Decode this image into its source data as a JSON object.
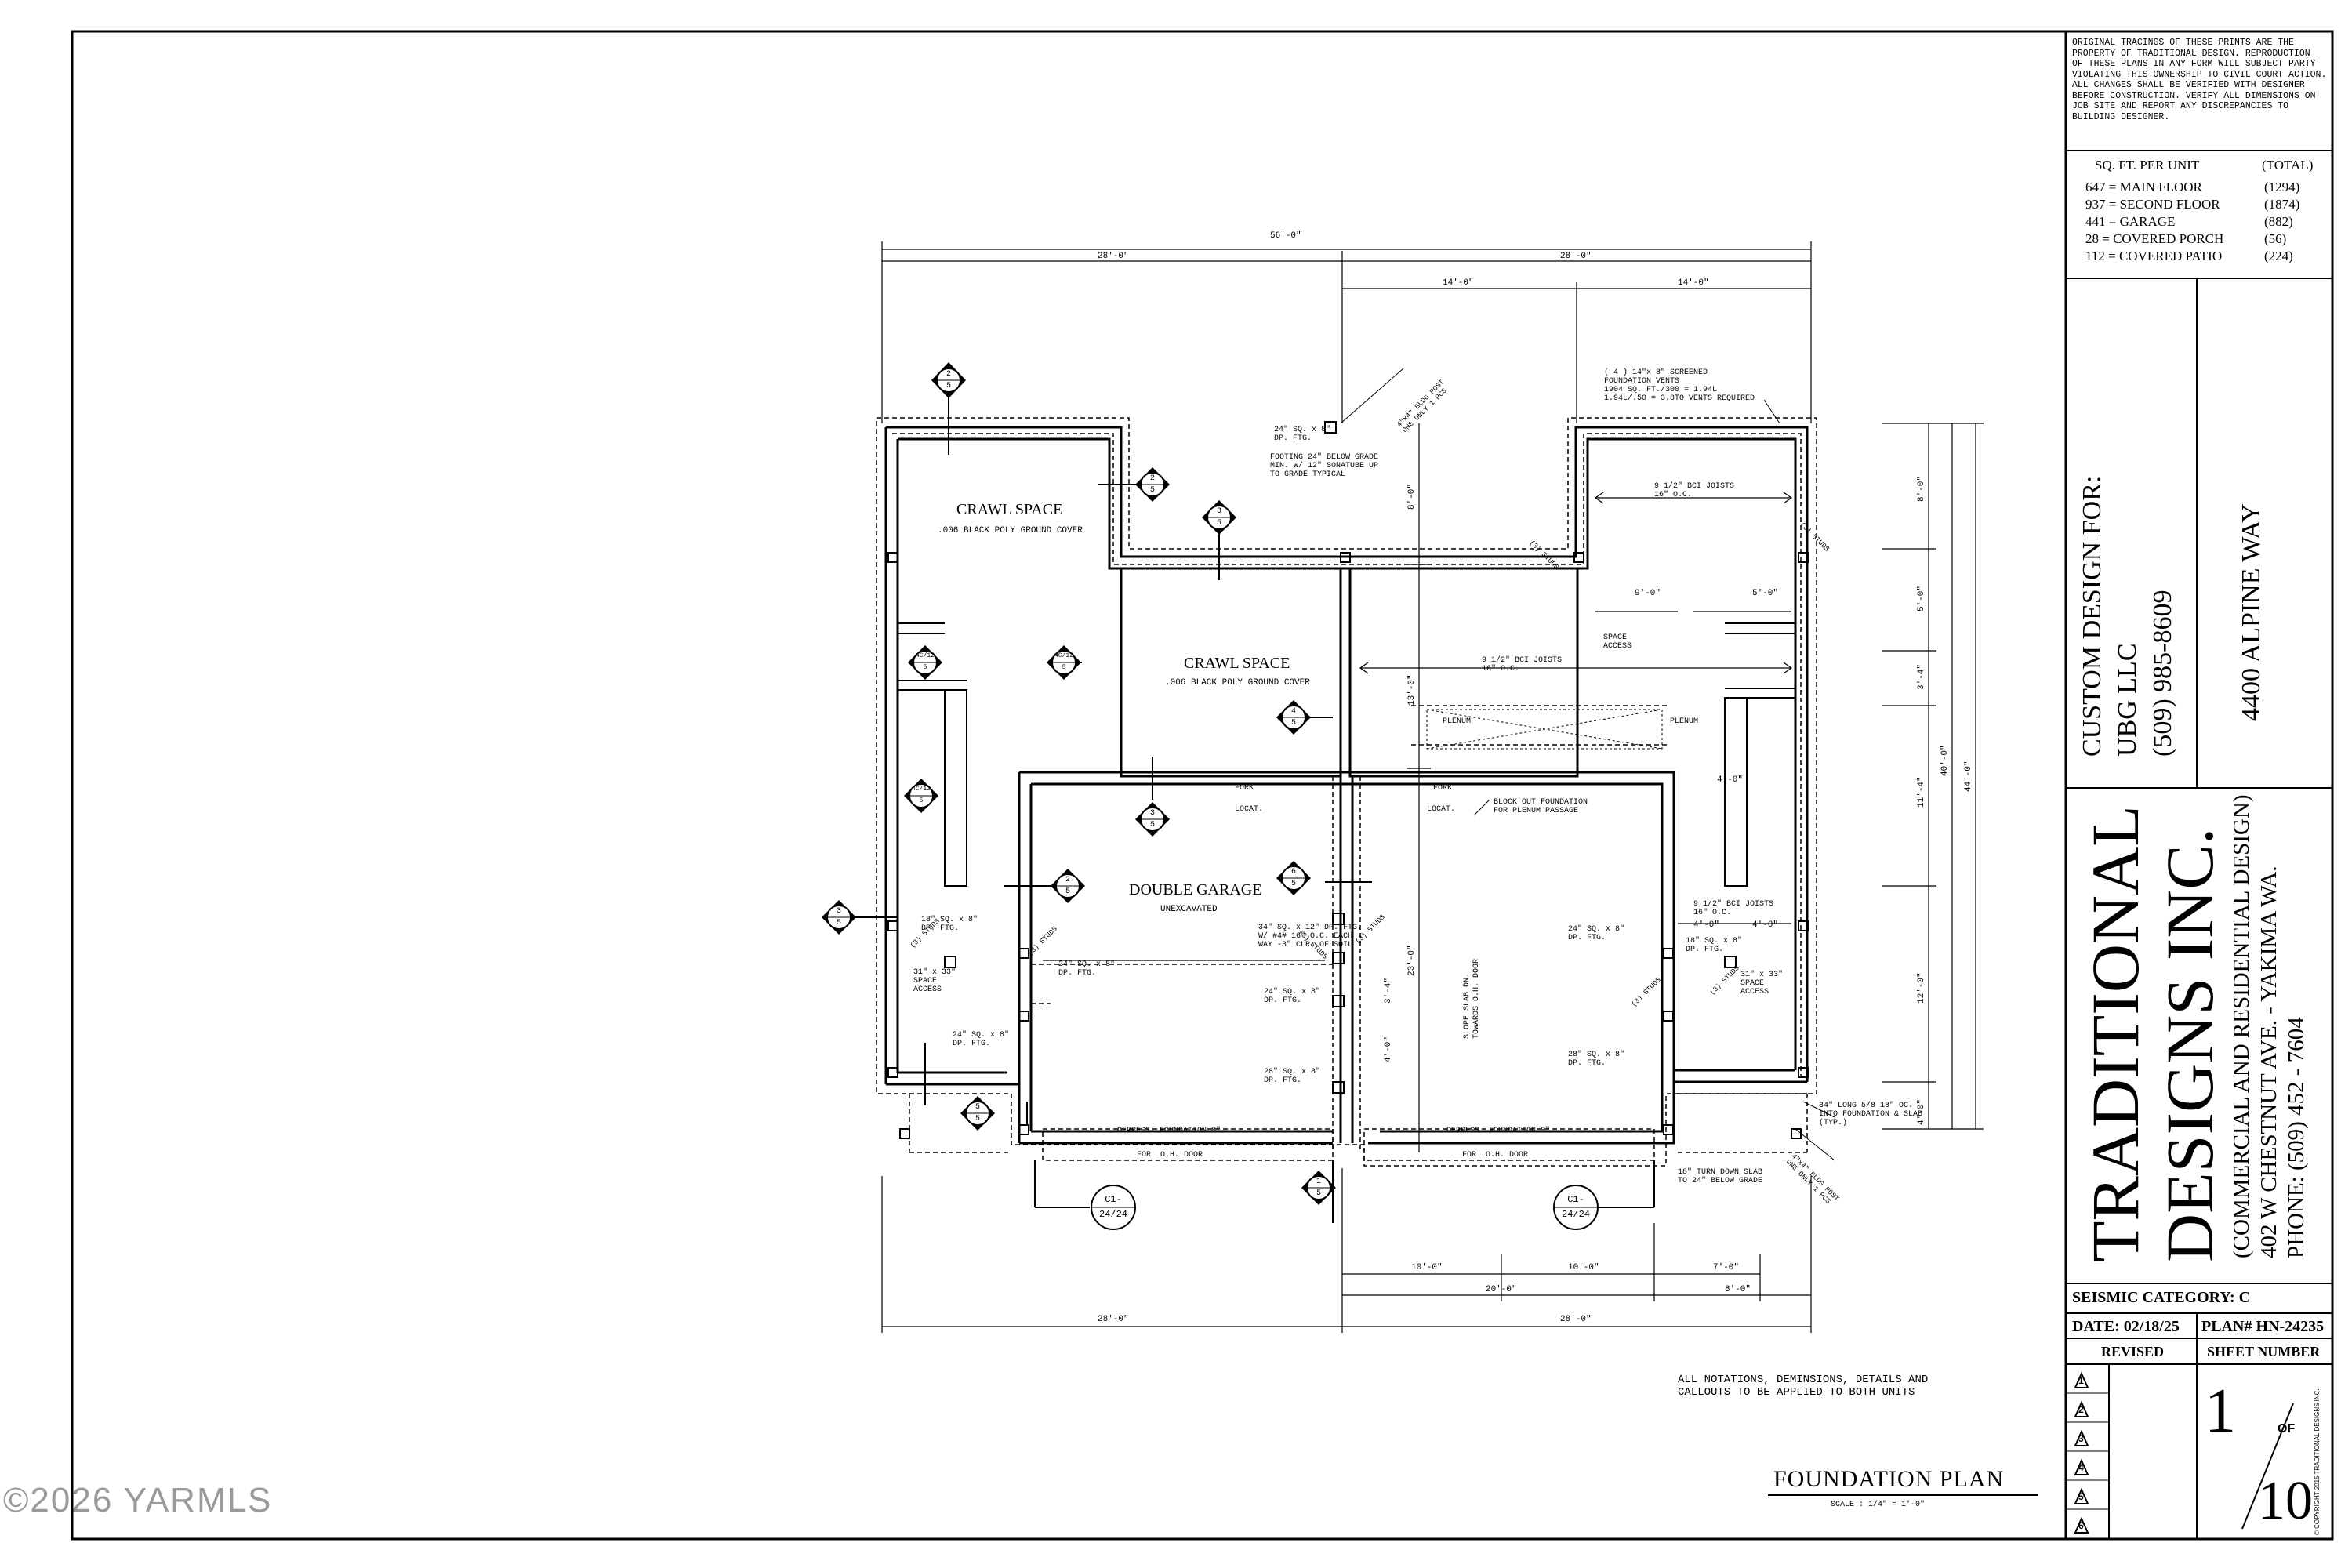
{
  "watermark": "©2026 YARMLS",
  "title_block": {
    "disclaimer": "ORIGINAL TRACINGS OF THESE PRINTS ARE THE\nPROPERTY OF TRADITIONAL DESIGN. REPRODUCTION\nOF THESE PLANS IN ANY FORM WILL SUBJECT PARTY\nVIOLATING THIS OWNERSHIP TO CIVIL COURT ACTION.\nALL CHANGES SHALL BE VERIFIED WITH DESIGNER\nBEFORE CONSTRUCTION. VERIFY ALL DIMENSIONS ON\nJOB SITE AND REPORT ANY DISCREPANCIES TO\nBUILDING DESIGNER.",
    "sqft_header": "SQ. FT. PER UNIT",
    "sqft_total_header": "(TOTAL)",
    "sqft_rows": [
      {
        "label": "647 = MAIN FLOOR",
        "total": "(1294)"
      },
      {
        "label": "937 = SECOND FLOOR",
        "total": "(1874)"
      },
      {
        "label": "441 = GARAGE",
        "total": "(882)"
      },
      {
        "label": "28 = COVERED PORCH",
        "total": "(56)"
      },
      {
        "label": "112 = COVERED PATIO",
        "total": "(224)"
      }
    ],
    "custom_for": "CUSTOM DESIGN FOR:",
    "client": "UBG LLC",
    "client_phone": "(509) 985-8609",
    "address": "4400 ALPINE WAY",
    "firm_line1": "TRADITIONAL",
    "firm_line2": "DESIGNS INC.",
    "firm_sub": "(COMMERCIAL AND RESIDENTIAL DESIGN)",
    "firm_address": "402 W CHESTNUT AVE. - YAKIMA WA.",
    "firm_phone": "PHONE: (509) 452 - 7604",
    "seismic": "SEISMIC CATEGORY:  C",
    "date": "DATE: 02/18/25",
    "plan_no": "PLAN# HN-24235",
    "revised": "REVISED",
    "sheet_number": "SHEET NUMBER",
    "revisions": [
      "1",
      "2",
      "3",
      "4",
      "5",
      "6"
    ],
    "sheet_current": "1",
    "sheet_of": "OF",
    "sheet_total": "10",
    "copyright": "© COPYRIGHT 2015 TRADITIONAL DESIGNS INC."
  },
  "plan": {
    "title": "FOUNDATION PLAN",
    "scale": "SCALE : 1/4\" = 1'-0\"",
    "general_note": "ALL NOTATIONS, DEMINSIONS, DETAILS AND\nCALLOUTS TO BE APPLIED TO BOTH UNITS",
    "rooms": {
      "crawl1": "CRAWL SPACE",
      "crawl2": "CRAWL SPACE",
      "ground_cover": ".006 BLACK POLY GROUND COVER",
      "garage": "DOUBLE GARAGE",
      "unexcavated": "UNEXCAVATED"
    },
    "dims": {
      "overall_top": "56'-0\"",
      "top_left": "28'-0\"",
      "top_right": "28'-0\"",
      "top_14a": "14'-0\"",
      "top_14b": "14'-0\"",
      "bottom_left": "28'-0\"",
      "bottom_right": "28'-0\"",
      "bot_10a": "10'-0\"",
      "bot_10b": "10'-0\"",
      "bot_20": "20'-0\"",
      "bot_7": "7'-0\"",
      "bot_8": "8'-0\"",
      "right_40": "40'-0\"",
      "right_44": "44'-0\"",
      "right_8": "8'-0\"",
      "right_5": "5'-0\"",
      "right_34": "3'-4\"",
      "right_11": "11'-4\"",
      "right_12": "12'-0\"",
      "right_4": "4'-0\"",
      "mid_8": "8'-0\"",
      "mid_13": "13'-0\"",
      "mid_23": "23'-0\"",
      "mid_34": "3'-4\"",
      "mid_4": "4'-0\"",
      "r_9": "9'-0\"",
      "r_5": "5'-0\"",
      "r_4a": "4'-0\"",
      "r_4b": "4'-0\"",
      "r_4c": "4'-0\"",
      "r_4d": "4'-0\""
    },
    "notes": {
      "vents": "( 4 ) 14\"x 8\" SCREENED\nFOUNDATION VENTS\n1904 SQ. FT./300 = 1.94L\n1.94L/.50 = 3.8TO VENTS REQUIRED",
      "post": "4\"x4\" BLDG POST\nONE ONLY 1 PCS",
      "ftg24": "24\" SQ. x 8\"\nDP. FTG.",
      "footing_below": "FOOTING 24\" BELOW GRADE\nMIN. W/ 12\" SONATUBE UP\nTO GRADE TYPICAL",
      "joists1": "9 1/2\" BCI JOISTS\n16\" O.C.",
      "joists2": "9 1/2\" BCI JOISTS\n16\" O.C.",
      "joists3": "9 1/2\" BCI JOISTS\n16\" O.C.",
      "space_access1": "SPACE\nACCESS",
      "plenum1": "PLENUM",
      "plenum2": "PLENUM",
      "fork1": "FORK",
      "fork2": "FORK",
      "locat1": "LOCAT.",
      "locat2": "LOCAT.",
      "blockout": "BLOCK OUT FOUNDATION\nFOR PLENUM PASSAGE",
      "ftg18l": "18\" SQ. x 8\"\nDP. FTG.",
      "access_l": "31\" x 33\"\nSPACE\nACCESS",
      "ftg24l": "24\" SQ. x 8\"\nDP. FTG.",
      "ftg24l2": "24\" SQ. x 8\"\nDP. FTG.",
      "pier": "34\" SQ. x 12\" DP. FTG.\nW/ #4# 16\" O.C. EACH\nWAY -3\" CLR. OF SOIL",
      "ftg24m1": "24\" SQ. x 8\"\nDP. FTG.",
      "ftg28m": "28\" SQ. x 8\"\nDP. FTG.",
      "ftg24r": "24\" SQ. x 8\"\nDP. FTG.",
      "ftg28r": "28\" SQ. x 8\"\nDP. FTG.",
      "ftg18r": "18\" SQ. x 8\"\nDP. FTG.",
      "access_r": "31\" x 33\"\nSPACE\nACCESS",
      "depress1": "DEPRESS  FOUNDATION 8\"",
      "depress2": "DEPRESS  FOUNDATION 8\"",
      "door1": "FOR  O.H. DOOR",
      "door2": "FOR  O.H. DOOR",
      "slope": "SLOPE SLAB DN.\nTOWARDS O.H. DOOR",
      "turndown": "18\" TURN DOWN SLAB\nTO 24\" BELOW GRADE",
      "anchor": "34\" LONG 5/8 18\" OC.\nINTO FOUNDATION & SLAB\n(TYP.)",
      "post2": "4\"x4\" BLDG POST\nONE ONLY 1 PCS",
      "studs": "(3) STUDS"
    },
    "callouts": [
      {
        "top": "2",
        "bot": "5"
      },
      {
        "top": "2",
        "bot": "5"
      },
      {
        "top": "3",
        "bot": "5"
      },
      {
        "top": "4C/12",
        "bot": "5"
      },
      {
        "top": "4C/12",
        "bot": "5"
      },
      {
        "top": "4C/12",
        "bot": "5"
      },
      {
        "top": "4",
        "bot": "5"
      },
      {
        "top": "3",
        "bot": "5"
      },
      {
        "top": "2",
        "bot": "5"
      },
      {
        "top": "6",
        "bot": "5"
      },
      {
        "top": "3",
        "bot": "5"
      },
      {
        "top": "5",
        "bot": "5"
      },
      {
        "top": "C1-",
        "bot": "24/24"
      },
      {
        "top": "1",
        "bot": "5"
      },
      {
        "top": "C1-",
        "bot": "24/24"
      }
    ]
  }
}
